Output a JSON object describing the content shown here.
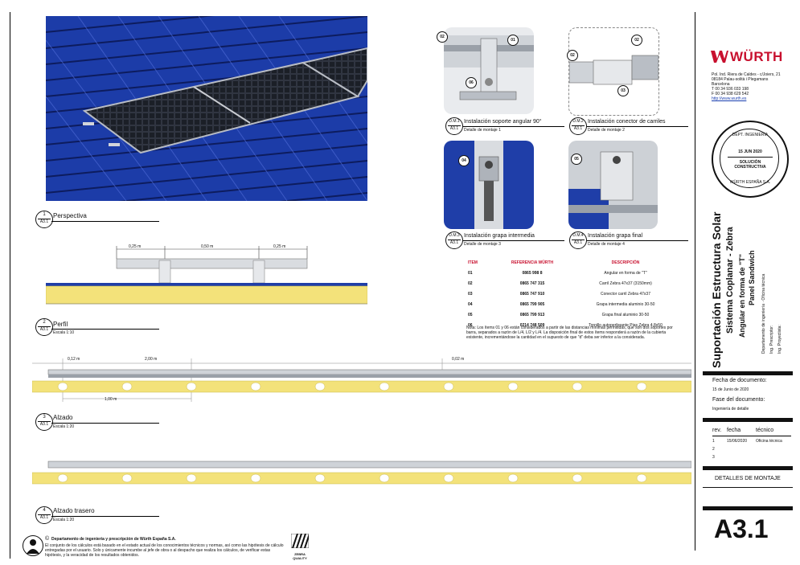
{
  "perspective": {
    "number": "1",
    "sheet": "A3.1",
    "title": "Perspectiva"
  },
  "perfil": {
    "number": "2",
    "sheet": "A3.1",
    "title": "Perfil",
    "scale": "Escala 1:10",
    "dims": [
      "0,25 m",
      "0,50 m",
      "0,25 m"
    ]
  },
  "alzado": {
    "number": "3",
    "sheet": "A3.1",
    "title": "Alzado",
    "scale": "Escala 1:20",
    "dims": {
      "left_offset": "0,12 m",
      "span": "2,00 m",
      "right_offset": "0,02 m",
      "support": "1,00 m"
    }
  },
  "alzado_trasero": {
    "number": "4",
    "sheet": "A3.1",
    "title": "Alzado trasero",
    "scale": "Escala 1:20"
  },
  "details": [
    {
      "code": "D.M.1",
      "sheet": "A3.1",
      "title": "Instalación soporte angular 90°",
      "sub": "Detalle de montaje 1",
      "callouts": [
        "02",
        "01",
        "06"
      ]
    },
    {
      "code": "D.M.2",
      "sheet": "A3.1",
      "title": "Instalación conector de carriles",
      "sub": "Detalle de montaje 2",
      "callouts": [
        "02",
        "02",
        "03"
      ]
    },
    {
      "code": "D.M.3",
      "sheet": "A3.1",
      "title": "Instalación grapa intermedia",
      "sub": "Detalle de montaje 3",
      "callouts": [
        "04"
      ]
    },
    {
      "code": "D.M.4",
      "sheet": "A3.1",
      "title": "Instalación grapa final",
      "sub": "Detalle de montaje 4",
      "callouts": [
        "05"
      ]
    }
  ],
  "items_table": {
    "headers": [
      "ITEM",
      "REFERENCIA WÜRTH",
      "DESCRIPCIÓN"
    ],
    "rows": [
      [
        "01",
        "0865 998 8",
        "Angular en forma de \"T\""
      ],
      [
        "02",
        "0865 747 315",
        "Carril Zebra 47x37 (3150mm)"
      ],
      [
        "03",
        "0865 747 910",
        "Conector carril Zebra 47x37"
      ],
      [
        "04",
        "0865 799 905",
        "Grapa intermedia aluminio 30-50"
      ],
      [
        "05",
        "0865 799 913",
        "Grapa final aluminio 30-50"
      ],
      [
        "06",
        "0214 748 509",
        "Tornillo autoperforante Pias Zebra 4,8x50"
      ]
    ],
    "note": "Nota: Los ítems 01 y 06 están considerados a partir de las distancias mínimas permitidas, que son dos soportes por barra, separados a razón de L/4, L/2 y L/4. La disposición final de estos ítems responderá a razón de la cubierta existente, incrementándose la cantidad en el supuesto de que \"d\" deba ser inferior a la considerada."
  },
  "company": {
    "logo": "WÜRTH",
    "address": [
      "Pol. Ind. Riera de Caldes - c/Joiers, 21",
      "08184 Palau-solità i Plegamans",
      "Barcelona",
      "T 00 34 936 033 198",
      "F 00 34 938 629 542",
      "http://www.wurth.es"
    ]
  },
  "stamp": {
    "top": "DEPT. INGENIERÍA",
    "date": "15 JUN 2020",
    "line1": "SOLUCIÓN",
    "line2": "CONSTRUCTIVA",
    "bottom": "WÜRTH   ESPAÑA   S.A."
  },
  "project": {
    "title1": "Suportación Estructura Solar",
    "title2": "Sistema Coplanar - Zebra",
    "title3": "Angular en forma de \"T\"",
    "title4": "Panel Sandwich",
    "dept": "Departamento de ingeniería · Oficina técnica",
    "prescriptor": "Ing. Prescriptor:",
    "proyectista": "Ing. Proyectista:"
  },
  "doc": {
    "date_label": "Fecha de documento:",
    "date_value": "15 de Junio de 2020",
    "phase_label": "Fase del documento:",
    "phase_value": "Ingeniería de detalle"
  },
  "revisions": {
    "headers": [
      "rev.",
      "fecha",
      "técnico"
    ],
    "rows": [
      [
        "1",
        "15/06/2020",
        "Oficina técnica"
      ],
      [
        "2",
        "",
        ""
      ],
      [
        "3",
        "",
        ""
      ]
    ]
  },
  "sheet": {
    "title": "DETALLES DE MONTAJE",
    "number": "A3.1"
  },
  "footer": {
    "symbol": "©",
    "heading": "Departamento de ingeniería y prescripción de Würth España S.A.",
    "text": "El conjunto de los cálculos está basado en el estado actual de los conocimientos técnicos y normas, así como las hipótesis de cálculo entregadas por el usuario. Solo y únicamente incumbe al jefe de obra o al despacho que realiza los cálculos, de verificar estas hipótesis, y la veracidad de los resultados obtenidos.",
    "quality": "ZEBRA QUALITY"
  },
  "colors": {
    "roof": "#1f3ea8",
    "panel": "#1a1d24",
    "insulation": "#f3e27a",
    "red": "#c8102e"
  }
}
